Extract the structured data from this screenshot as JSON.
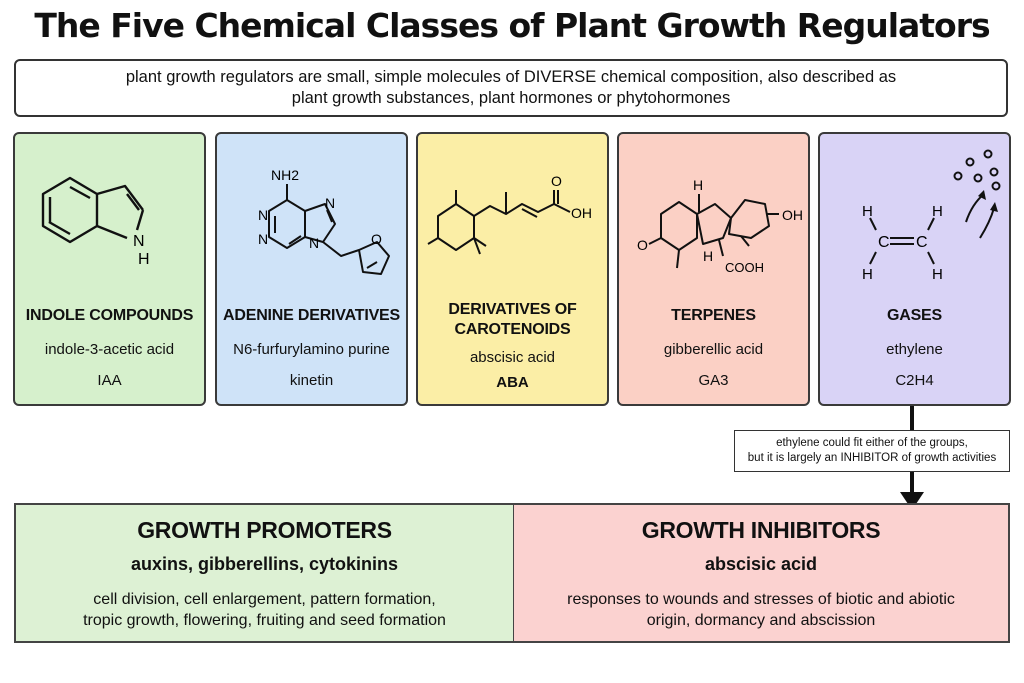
{
  "title": "The Five Chemical Classes of Plant Growth Regulators",
  "intro": {
    "line1": "plant growth regulators are small, simple molecules of DIVERSE chemical composition, also described as",
    "line2": "plant growth substances, plant hormones or phytohormones"
  },
  "colors": {
    "green": "#d6f0cc",
    "blue": "#cfe3f8",
    "yellow": "#fbeea6",
    "pink": "#fbd0c5",
    "purple": "#d9d3f6",
    "promoter_bg": "#ddf1d4",
    "inhibitor_bg": "#fbd2d0"
  },
  "classes": [
    {
      "name": "INDOLE COMPOUNDS",
      "compound": "indole-3-acetic acid",
      "abbr": "IAA",
      "atoms": {
        "n": "N",
        "h": "H"
      }
    },
    {
      "name": "ADENINE DERIVATIVES",
      "compound": "N6-furfurylamino purine",
      "abbr": "kinetin",
      "atoms": {
        "nh2": "NH2",
        "n": "N",
        "o": "O"
      }
    },
    {
      "name_line1": "DERIVATIVES OF",
      "name_line2": "CAROTENOIDS",
      "compound": "abscisic acid",
      "abbr": "ABA",
      "atoms": {
        "o": "O",
        "oh": "OH"
      }
    },
    {
      "name": "TERPENES",
      "compound": "gibberellic acid",
      "abbr": "GA3",
      "atoms": {
        "h": "H",
        "oh": "OH",
        "o": "O",
        "cooh": "COOH"
      }
    },
    {
      "name": "GASES",
      "compound": "ethylene",
      "abbr": "C2H4",
      "atoms": {
        "c": "C",
        "h": "H"
      }
    }
  ],
  "note": {
    "line1": "ethylene could fit either of the groups,",
    "line2": "but it is largely an INHIBITOR of growth activities"
  },
  "promoters": {
    "heading": "GROWTH PROMOTERS",
    "examples": "auxins, gibberellins, cytokinins",
    "desc1": "cell division, cell enlargement, pattern formation,",
    "desc2": "tropic growth, flowering, fruiting and seed formation"
  },
  "inhibitors": {
    "heading": "GROWTH INHIBITORS",
    "examples": "abscisic acid",
    "desc1": "responses to wounds and stresses of biotic and abiotic",
    "desc2": "origin, dormancy and abscission"
  }
}
